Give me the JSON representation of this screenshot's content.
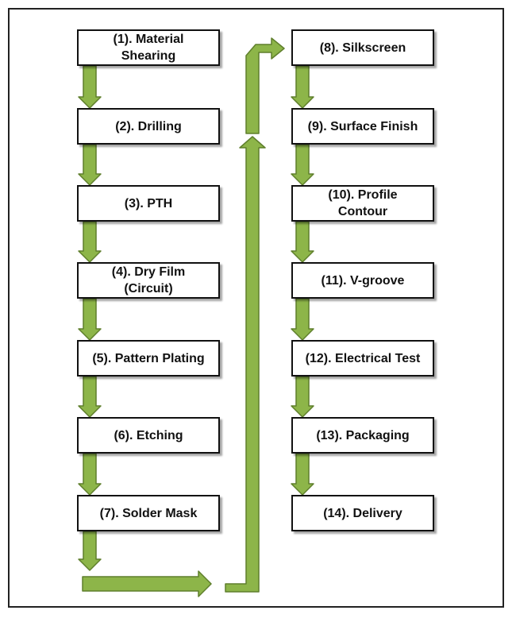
{
  "diagram": {
    "title": "",
    "steps": [
      "(1). Material\nShearing",
      "(2). Drilling",
      "(3). PTH",
      "(4). Dry Film\n(Circuit)",
      "(5). Pattern Plating",
      "(6). Etching",
      "(7). Solder Mask",
      "(8). Silkscreen",
      "(9). Surface Finish",
      "(10). Profile\nContour",
      "(11). V-groove",
      "(12). Electrical Test",
      "(13). Packaging",
      "(14). Delivery"
    ],
    "colors": {
      "arrow_fill": "#8db549",
      "arrow_stroke": "#5f7f2c",
      "box_border": "#111111"
    }
  }
}
